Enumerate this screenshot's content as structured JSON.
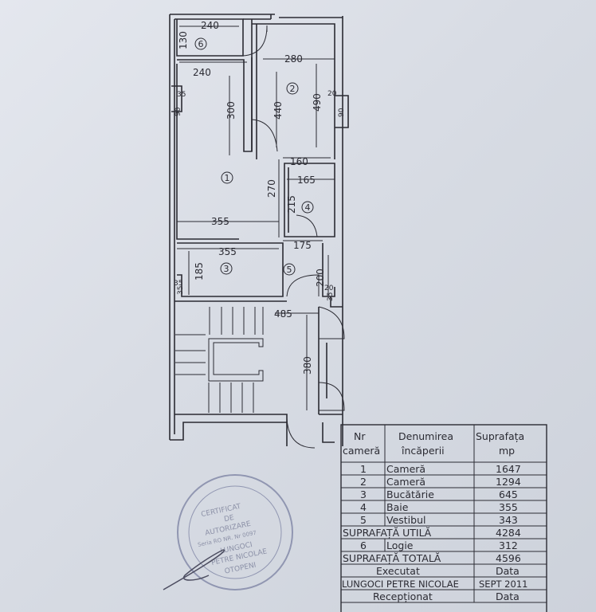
{
  "plan": {
    "dims": {
      "d240a": "240",
      "d130": "130",
      "d280": "280",
      "d240b": "240",
      "d300": "300",
      "d440": "440",
      "d490": "490",
      "d35a": "35",
      "d90a": "90",
      "d20a": "20",
      "d90b": "90",
      "d160": "160",
      "d165": "165",
      "d270": "270",
      "d215": "215",
      "d355a": "355",
      "d175": "175",
      "d355b": "355",
      "d185": "185",
      "d200": "200",
      "d35b": "35",
      "d35c": "35",
      "d20b": "20",
      "d35d": "35",
      "d485": "485",
      "d380": "380"
    },
    "rooms": [
      "1",
      "2",
      "3",
      "4",
      "5",
      "6"
    ]
  },
  "table": {
    "headers": {
      "nr": "Nr",
      "nr2": "cameră",
      "name": "Denumirea",
      "name2": "încăperii",
      "area": "Suprafața",
      "area2": "mp"
    },
    "rows": [
      {
        "nr": "1",
        "name": "Cameră",
        "area": "1647"
      },
      {
        "nr": "2",
        "name": "Cameră",
        "area": "1294"
      },
      {
        "nr": "3",
        "name": "Bucătărie",
        "area": "645"
      },
      {
        "nr": "4",
        "name": "Baie",
        "area": "355"
      },
      {
        "nr": "5",
        "name": "Vestibul",
        "area": "343"
      }
    ],
    "util_label": "SUPRAFAȚĂ UTILĂ",
    "util_value": "4284",
    "logie": {
      "nr": "6",
      "name": "Logie",
      "area": "312"
    },
    "total_label": "SUPRAFAȚĂ TOTALĂ",
    "total_value": "4596",
    "executat": "Executat",
    "data1": "Data",
    "author": "LUNGOCI PETRE NICOLAE",
    "date": "SEPT 2011",
    "receptionat": "Recepționat",
    "data2": "Data"
  },
  "stamp": {
    "title": "CERTIFICAT",
    "de": "DE",
    "autorizare": "AUTORIZARE",
    "serie": "Seria RO NR. Nr 0097",
    "name1": "LUNGOCI",
    "name2": "PETRE NICOLAE",
    "city": "OTOPENI"
  }
}
